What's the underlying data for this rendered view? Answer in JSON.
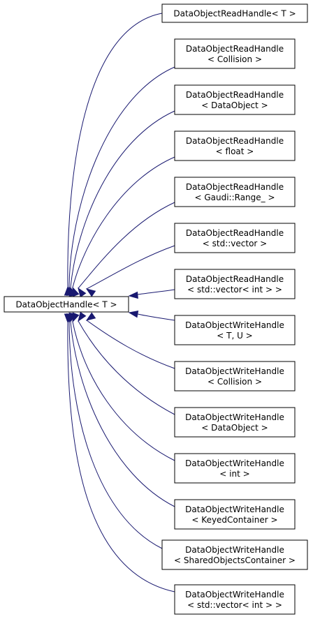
{
  "colors": {
    "edge": "#191970",
    "box_border": "#000000",
    "box_fill": "#ffffff",
    "text": "#000000"
  },
  "base": {
    "label": "DataObjectHandle< T >"
  },
  "derived": [
    {
      "lines": [
        "DataObjectReadHandle< T >"
      ]
    },
    {
      "lines": [
        "DataObjectReadHandle",
        "< Collision >"
      ]
    },
    {
      "lines": [
        "DataObjectReadHandle",
        "< DataObject >"
      ]
    },
    {
      "lines": [
        "DataObjectReadHandle",
        "< float >"
      ]
    },
    {
      "lines": [
        "DataObjectReadHandle",
        "< Gaudi::Range_ >"
      ]
    },
    {
      "lines": [
        "DataObjectReadHandle",
        "< std::vector >"
      ]
    },
    {
      "lines": [
        "DataObjectReadHandle",
        "< std::vector< int > >"
      ]
    },
    {
      "lines": [
        "DataObjectWriteHandle",
        "< T, U >"
      ]
    },
    {
      "lines": [
        "DataObjectWriteHandle",
        "< Collision >"
      ]
    },
    {
      "lines": [
        "DataObjectWriteHandle",
        "< DataObject >"
      ]
    },
    {
      "lines": [
        "DataObjectWriteHandle",
        "< int >"
      ]
    },
    {
      "lines": [
        "DataObjectWriteHandle",
        "< KeyedContainer >"
      ]
    },
    {
      "lines": [
        "DataObjectWriteHandle",
        "< SharedObjectsContainer >"
      ]
    },
    {
      "lines": [
        "DataObjectWriteHandle",
        "< std::vector< int > >"
      ]
    }
  ]
}
